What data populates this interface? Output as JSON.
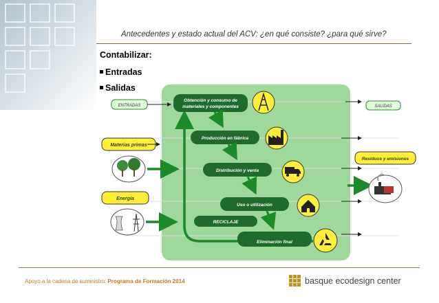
{
  "slide": {
    "title": "Antecedentes y estado actual del ACV: ¿en qué consiste? ¿para qué sirve?",
    "heading": "Contabilizar:",
    "bullets": [
      "Entradas",
      "Salidas"
    ]
  },
  "diagram": {
    "left_labels": {
      "entradas": "ENTRADAS",
      "materias_primas": "Materias primas",
      "energia": "Energía"
    },
    "right_labels": {
      "salidas": "SALIDAS",
      "residuos": "Residuos y emisiones"
    },
    "stages": [
      "Obtención y consumo de",
      "materiales y componentes",
      "Producción en fábrica",
      "Distribución y venta",
      "Uso o utilización",
      "Eliminación final"
    ],
    "reciclaje": "RECICLAJE"
  },
  "footer": {
    "text_prefix": "Apoyo a la cadena de suministro: ",
    "text_bold": "Programa de Formación 2014",
    "logo_text": "basque ecodesign center"
  },
  "colors": {
    "panel": "#9ed89a",
    "stage": "#1f6b2e",
    "arrow": "#1a8a2a",
    "label_yellow": "#ffef3a"
  },
  "icons": [
    "oil-tower-icon",
    "factory-icon",
    "truck-icon",
    "house-icon",
    "recycle-icon",
    "trees-icon",
    "power-tower-icon",
    "pollution-icon"
  ]
}
